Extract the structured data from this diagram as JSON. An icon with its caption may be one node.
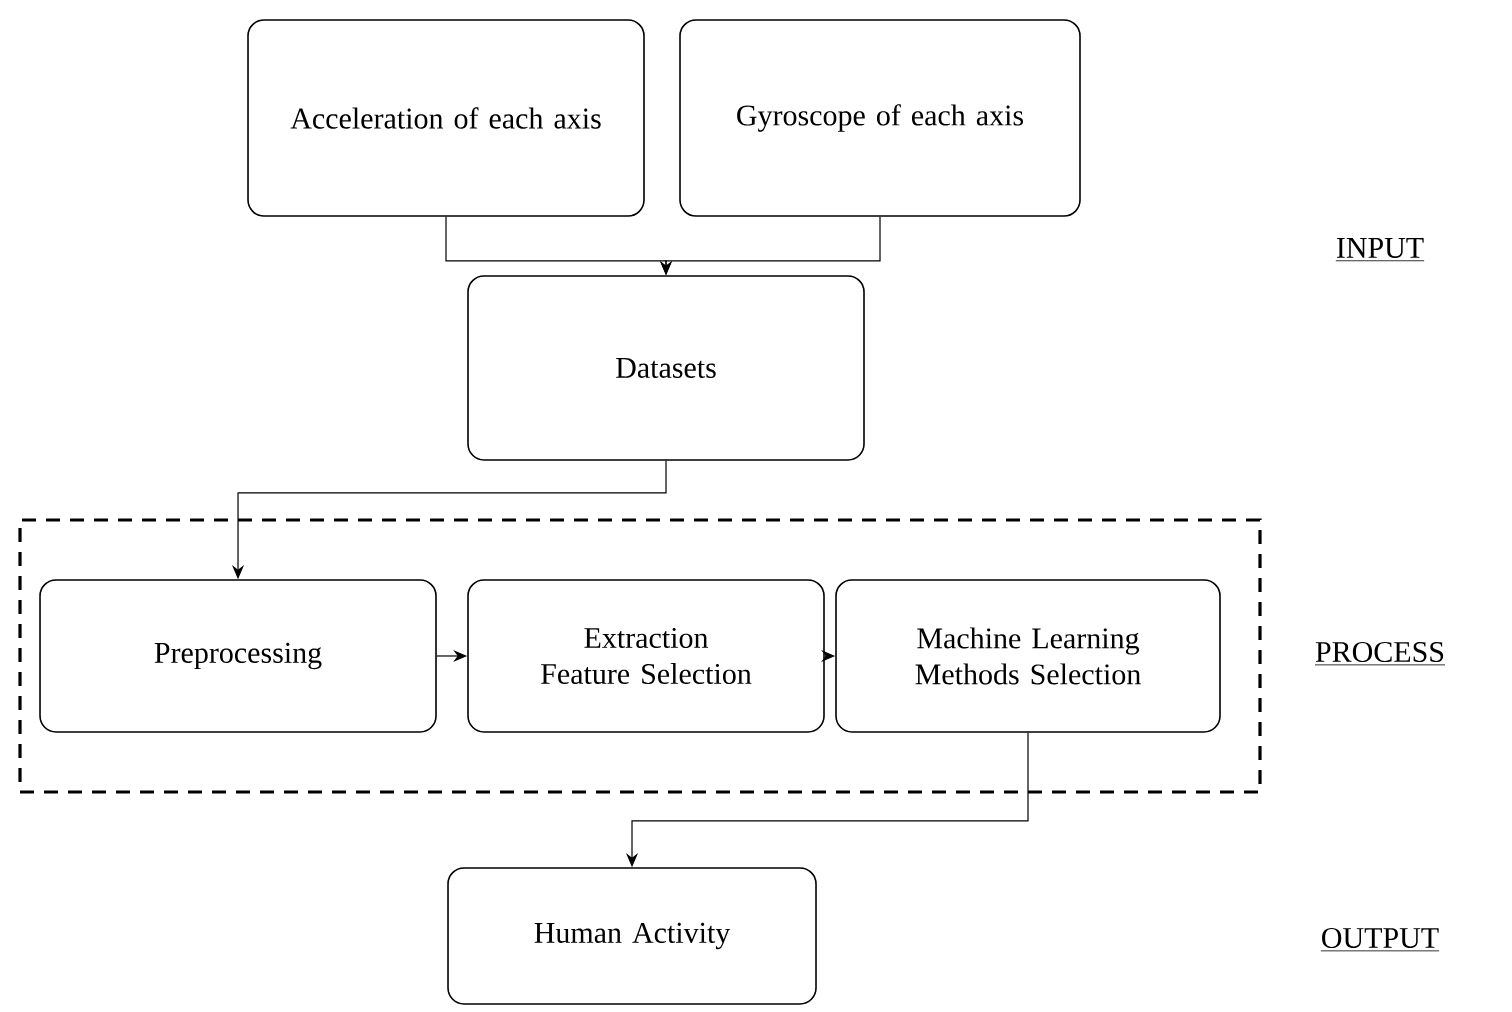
{
  "diagram": {
    "nodes": [
      {
        "text": [
          "Acceleration of each axis"
        ]
      },
      {
        "text": [
          "Gyroscope of each axis"
        ]
      },
      {
        "text": [
          "Datasets"
        ]
      },
      {
        "text": [],
        "shape": "box"
      },
      {
        "text": [
          "Preprocessing"
        ],
        "in": 3
      },
      {
        "text": [
          "Extraction Feature Selection"
        ],
        "in": 3
      },
      {
        "text": [
          "Machine Learning Methods Selection"
        ],
        "in": 3
      },
      {
        "text": [
          "Human Activity"
        ]
      }
    ],
    "edges": [
      {
        "from": 0,
        "to": 2,
        "arrow": "to"
      },
      {
        "from": 1,
        "to": 2,
        "arrow": "to"
      },
      {
        "from": 2,
        "to": 4,
        "arrow": "to"
      },
      {
        "from": 4,
        "to": 5,
        "arrow": "to"
      },
      {
        "from": 5,
        "to": 6,
        "arrow": "to"
      },
      {
        "from": 6,
        "to": 7,
        "arrow": "to"
      }
    ],
    "labels": [
      "INPUT",
      "PROCESS",
      "OUTPUT"
    ]
  }
}
